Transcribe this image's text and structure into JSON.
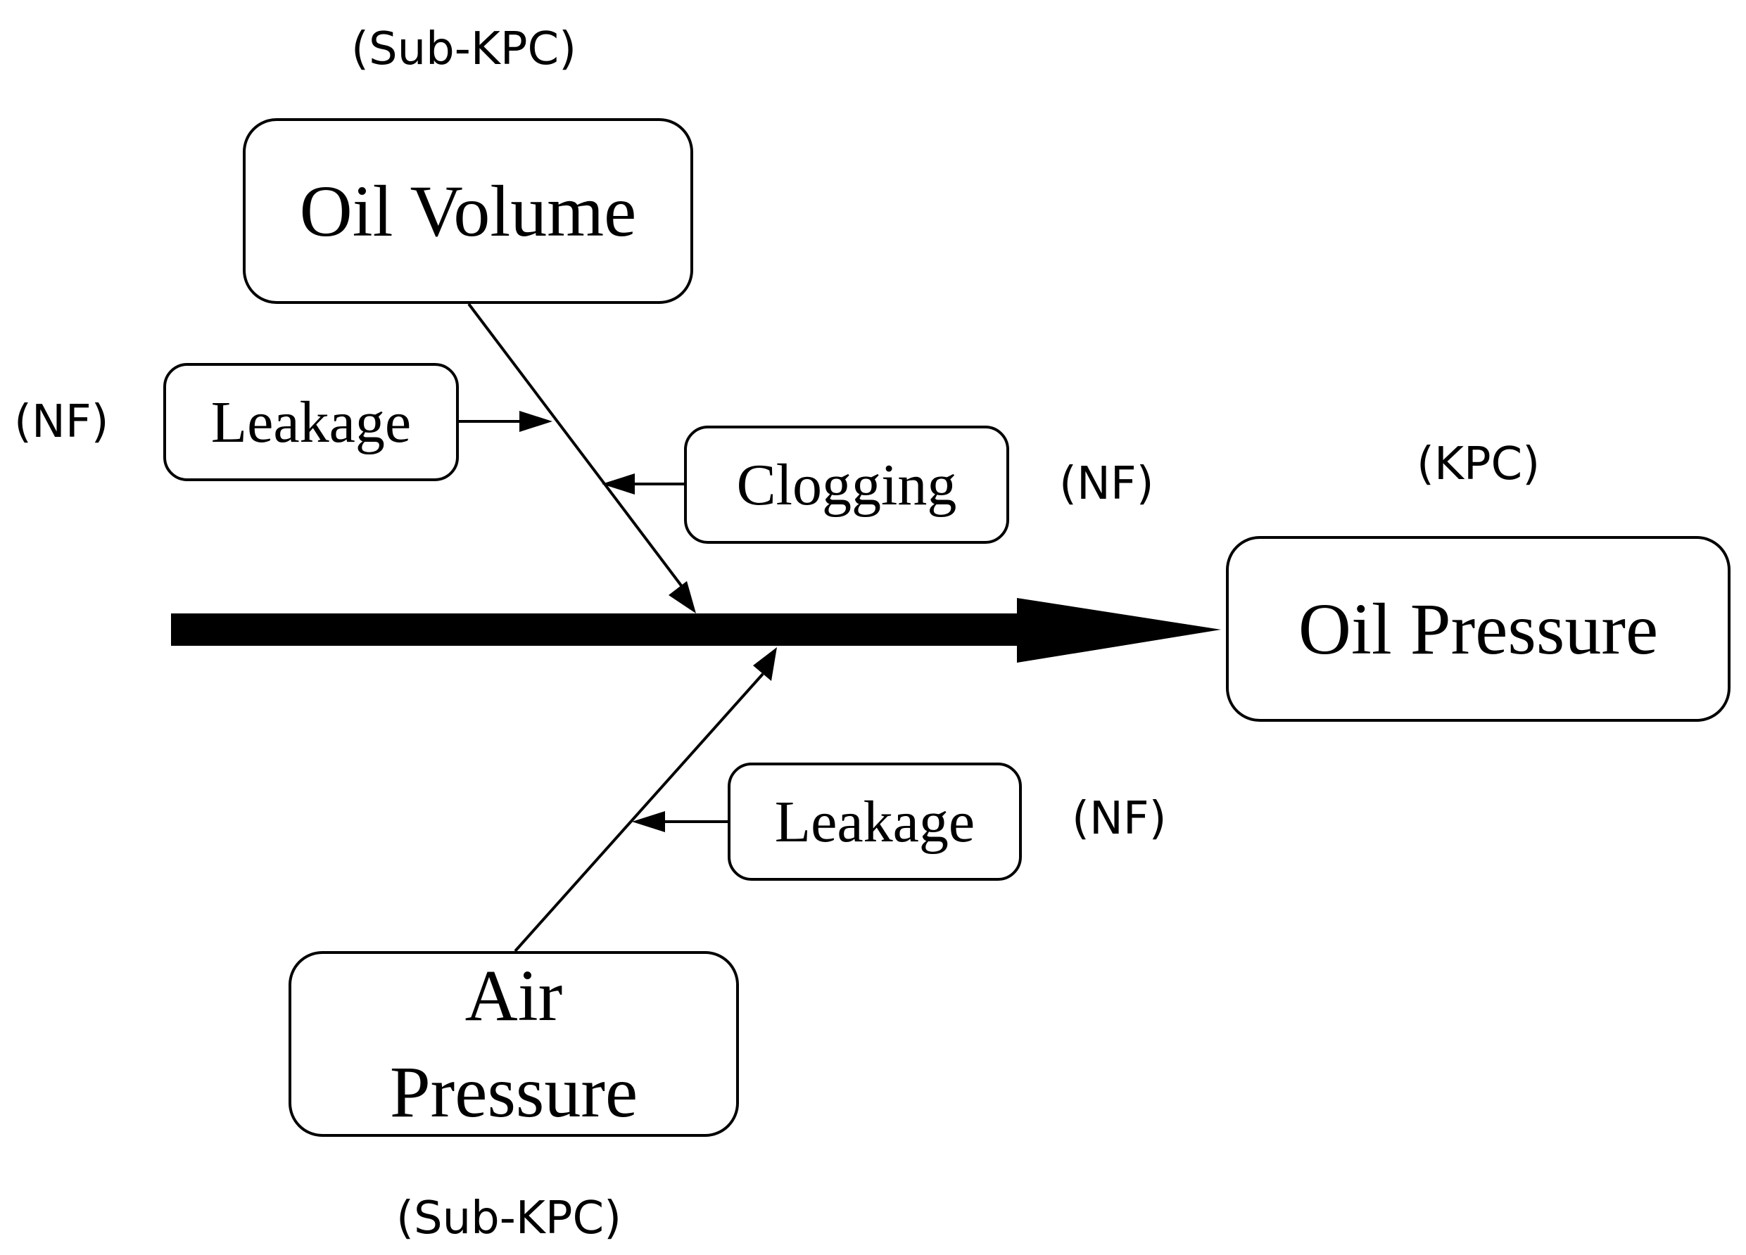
{
  "nodes": {
    "oil_volume": "Oil Volume",
    "leakage_top": "Leakage",
    "clogging": "Clogging",
    "oil_pressure": "Oil Pressure",
    "leakage_bottom": "Leakage",
    "air_pressure": "Air Pressure"
  },
  "tags": {
    "oil_volume": "(Sub-KPC)",
    "leakage_top": "(NF)",
    "clogging": "(NF)",
    "oil_pressure": "(KPC)",
    "leakage_bottom": "(NF)",
    "air_pressure": "(Sub-KPC)"
  },
  "edges": [
    {
      "from": "oil_volume",
      "to": "main-spine"
    },
    {
      "from": "air_pressure",
      "to": "main-spine"
    },
    {
      "from": "leakage_top",
      "to": "oil_volume-branch"
    },
    {
      "from": "clogging",
      "to": "oil_volume-branch"
    },
    {
      "from": "leakage_bottom",
      "to": "air_pressure-branch"
    },
    {
      "from": "main-spine",
      "to": "oil_pressure"
    }
  ],
  "colors": {
    "stroke": "#000000",
    "background": "#ffffff"
  }
}
